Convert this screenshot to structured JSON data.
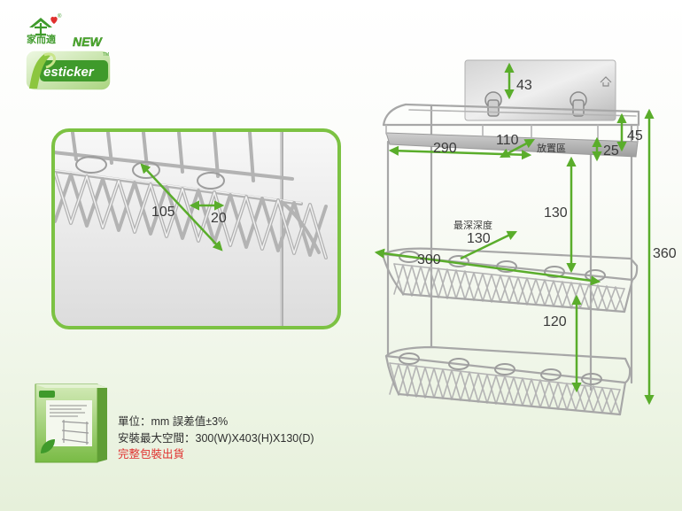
{
  "logo": {
    "brand_name": "家而適",
    "registered_mark": "®",
    "new_badge": "NEW",
    "product_line": "esticker",
    "trademark_mark": "TM"
  },
  "detail_inset": {
    "wire_length_label": "105",
    "wire_spacing_label": "20"
  },
  "dimensions": {
    "mount_plate_height": "43",
    "top_tray_height": "45",
    "top_tray_lip": "25",
    "top_tray_width": "290",
    "top_tray_depth": "110",
    "top_tray_zone": "放置區",
    "upper_shelf_gap": "130",
    "max_depth_caption": "最深深度",
    "max_depth": "130",
    "shelf_width": "300",
    "overall_height": "360",
    "lower_shelf_gap": "120"
  },
  "specs": {
    "unit_and_tolerance": "單位：mm 誤差值±3%",
    "max_install_space": "安裝最大空間：300(W)X403(H)X130(D)",
    "shipping_note": "完整包裝出貨"
  },
  "colors": {
    "brand_green": "#4fae2d",
    "annotation_green": "#5aad2b",
    "inset_frame_green": "#7cc243",
    "shipping_note_red": "#e0302e",
    "background_tint": "#e6f0da"
  }
}
